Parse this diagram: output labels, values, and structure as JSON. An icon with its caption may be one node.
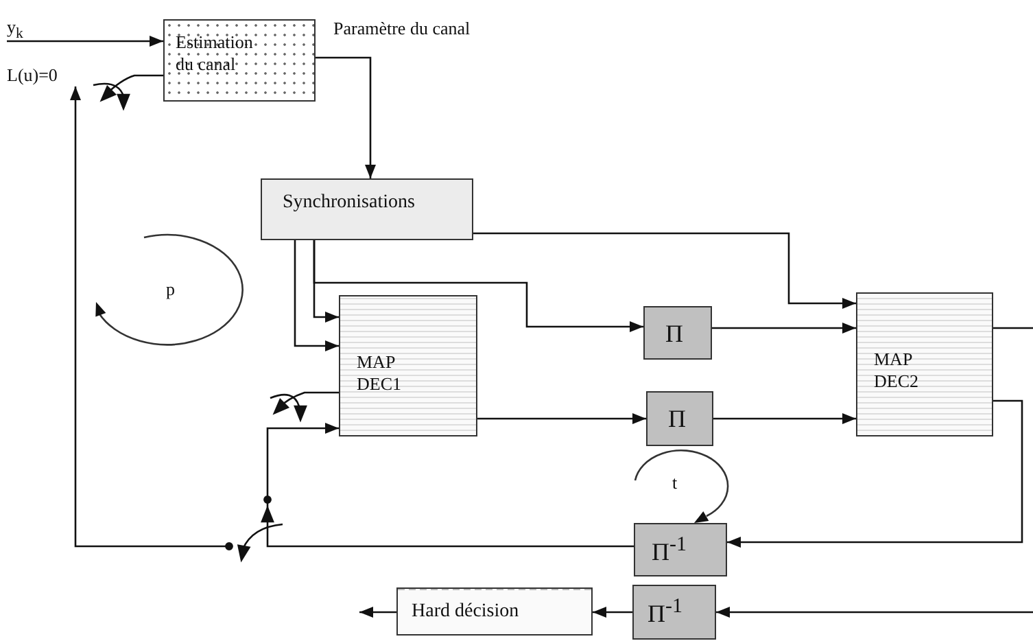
{
  "diagram": {
    "nodes": [
      {
        "text": [
          "y$_{k}$"
        ]
      },
      {
        "text": [
          "L(u)=0"
        ]
      },
      {
        "text": [
          "Estimation du canal"
        ]
      },
      {
        "text": [
          "Synchronisations"
        ]
      },
      {
        "text": [
          "MAP DEC1"
        ]
      },
      {
        "text": [
          "Π"
        ]
      },
      {
        "text": [
          "Π"
        ]
      },
      {
        "text": [
          "MAP DEC2"
        ]
      },
      {
        "text": [
          "Π$^{-1}$"
        ]
      },
      {
        "text": [
          "Π$^{-1}$"
        ]
      },
      {
        "text": [
          "Hard décision"
        ]
      }
    ],
    "edges": [
      {
        "from": 0,
        "to": 2,
        "arrow": "to"
      },
      {
        "from": 2,
        "to": 3,
        "arrow": "to"
      },
      {
        "from": 3,
        "to": 4,
        "arrow": "to"
      },
      {
        "from": 3,
        "to": 4,
        "arrow": "to"
      },
      {
        "from": 3,
        "to": 5,
        "arrow": "to"
      },
      {
        "from": 3,
        "to": 7,
        "arrow": "to"
      },
      {
        "from": 5,
        "to": 7,
        "arrow": "to"
      },
      {
        "from": 4,
        "to": 6,
        "arrow": "to"
      },
      {
        "from": 6,
        "to": 7,
        "arrow": "to"
      },
      {
        "from": 7,
        "to": null,
        "arrow": "none"
      },
      {
        "from": 7,
        "to": 8,
        "arrow": "to"
      },
      {
        "from": null,
        "to": 9,
        "arrow": "to"
      },
      {
        "from": 9,
        "to": 10,
        "arrow": "to"
      },
      {
        "from": 10,
        "to": null,
        "arrow": "to"
      },
      {
        "from": 8,
        "to": 4,
        "arrow": "to"
      },
      {
        "from": null,
        "to": 1,
        "arrow": "to"
      }
    ],
    "labels": [
      "Paramètre du canal",
      "p",
      "t"
    ]
  }
}
